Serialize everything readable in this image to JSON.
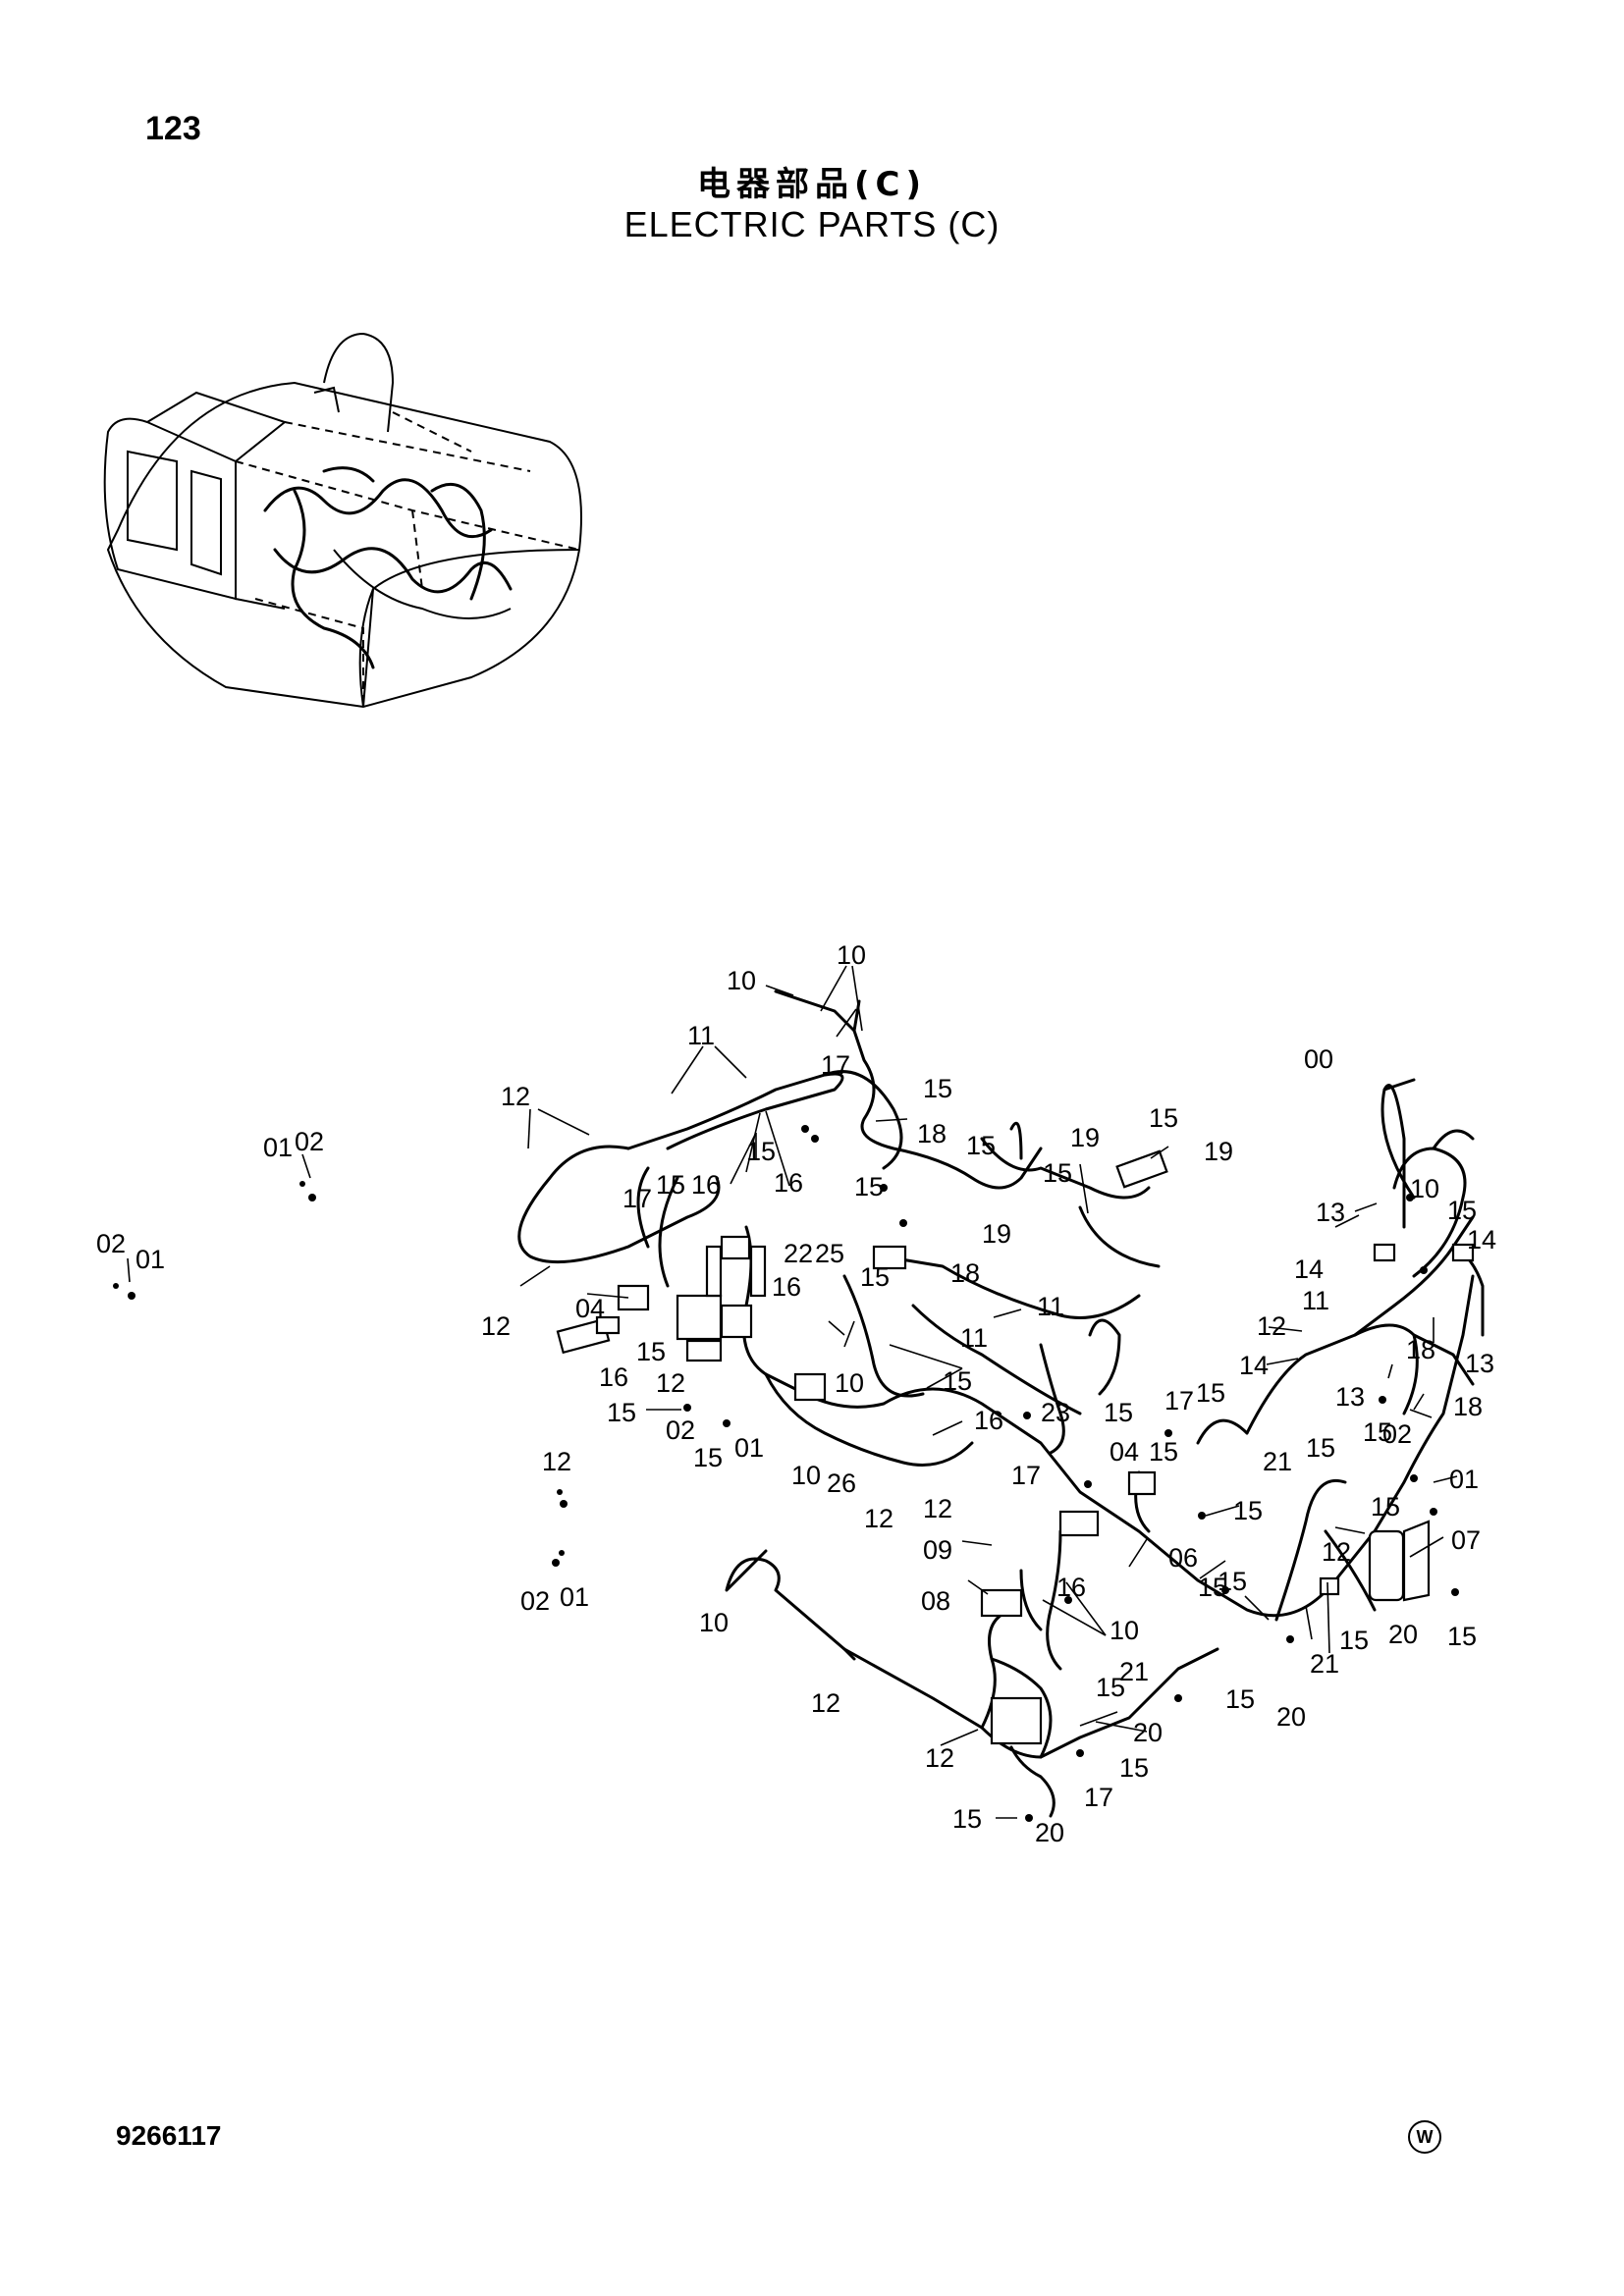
{
  "page": {
    "number": "123",
    "title_cn": "电器部品(C)",
    "title_en": "ELECTRIC PARTS (C)",
    "doc_code": "9266117",
    "mark": "W"
  },
  "callouts": [
    "00",
    "01",
    "02",
    "04",
    "06",
    "07",
    "08",
    "09",
    "10",
    "11",
    "12",
    "13",
    "14",
    "15",
    "16",
    "17",
    "18",
    "19",
    "20",
    "21",
    "22",
    "23",
    "25",
    "26"
  ],
  "icons": [
    "machine-overview-figure",
    "wiring-harness-figure"
  ]
}
